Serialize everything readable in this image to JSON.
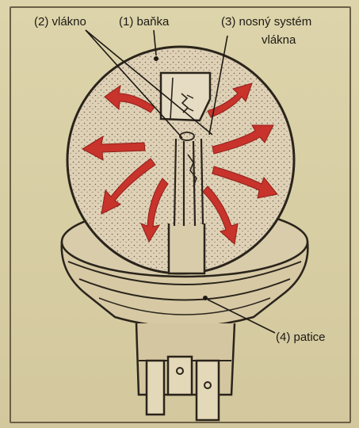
{
  "diagram": {
    "labels": {
      "filament": "(2) vlákno",
      "bulb": "(1) baňka",
      "support_line1": "(3) nosný systém",
      "support_line2": "vlákna",
      "base": "(4) patice"
    },
    "colors": {
      "paper": "#d8cea3",
      "ink": "#2a241b",
      "arrow_red": "#c8332b",
      "glass": "#dccfb4"
    },
    "icon": "halogen-bulb-diagram"
  }
}
